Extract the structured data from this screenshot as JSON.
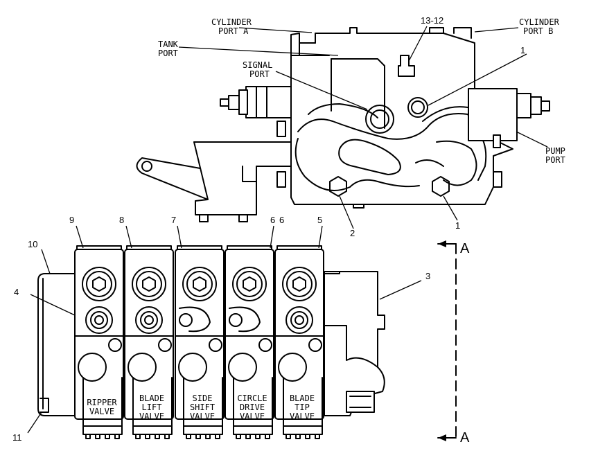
{
  "top_view": {
    "cylinder_port_a": [
      "CYLINDER",
      "PORT A"
    ],
    "cylinder_port_b": [
      "CYLINDER",
      "PORT B"
    ],
    "tank_port": [
      "TANK",
      "PORT"
    ],
    "signal_port": [
      "SIGNAL",
      "PORT"
    ],
    "pump_port": [
      "PUMP",
      "PORT"
    ],
    "callout_13_12": "13-12",
    "callout_1_upper": "1",
    "callout_1_lower": "1",
    "callout_2": "2"
  },
  "valve_bank": {
    "callouts": {
      "c3": "3",
      "c4": "4",
      "c5": "5",
      "c6": "6",
      "c6_extra": "6",
      "c7": "7",
      "c8": "8",
      "c9": "9",
      "c10": "10",
      "c11": "11"
    },
    "valves": [
      {
        "lines": [
          "RIPPER",
          "VALVE"
        ]
      },
      {
        "lines": [
          "BLADE",
          "LIFT",
          "VALVE"
        ]
      },
      {
        "lines": [
          "SIDE",
          "SHIFT",
          "VALVE"
        ]
      },
      {
        "lines": [
          "CIRCLE",
          "DRIVE",
          "VALVE"
        ]
      },
      {
        "lines": [
          "BLADE",
          "TIP",
          "VALVE"
        ]
      }
    ]
  },
  "section": {
    "top": "A",
    "bottom": "A"
  }
}
